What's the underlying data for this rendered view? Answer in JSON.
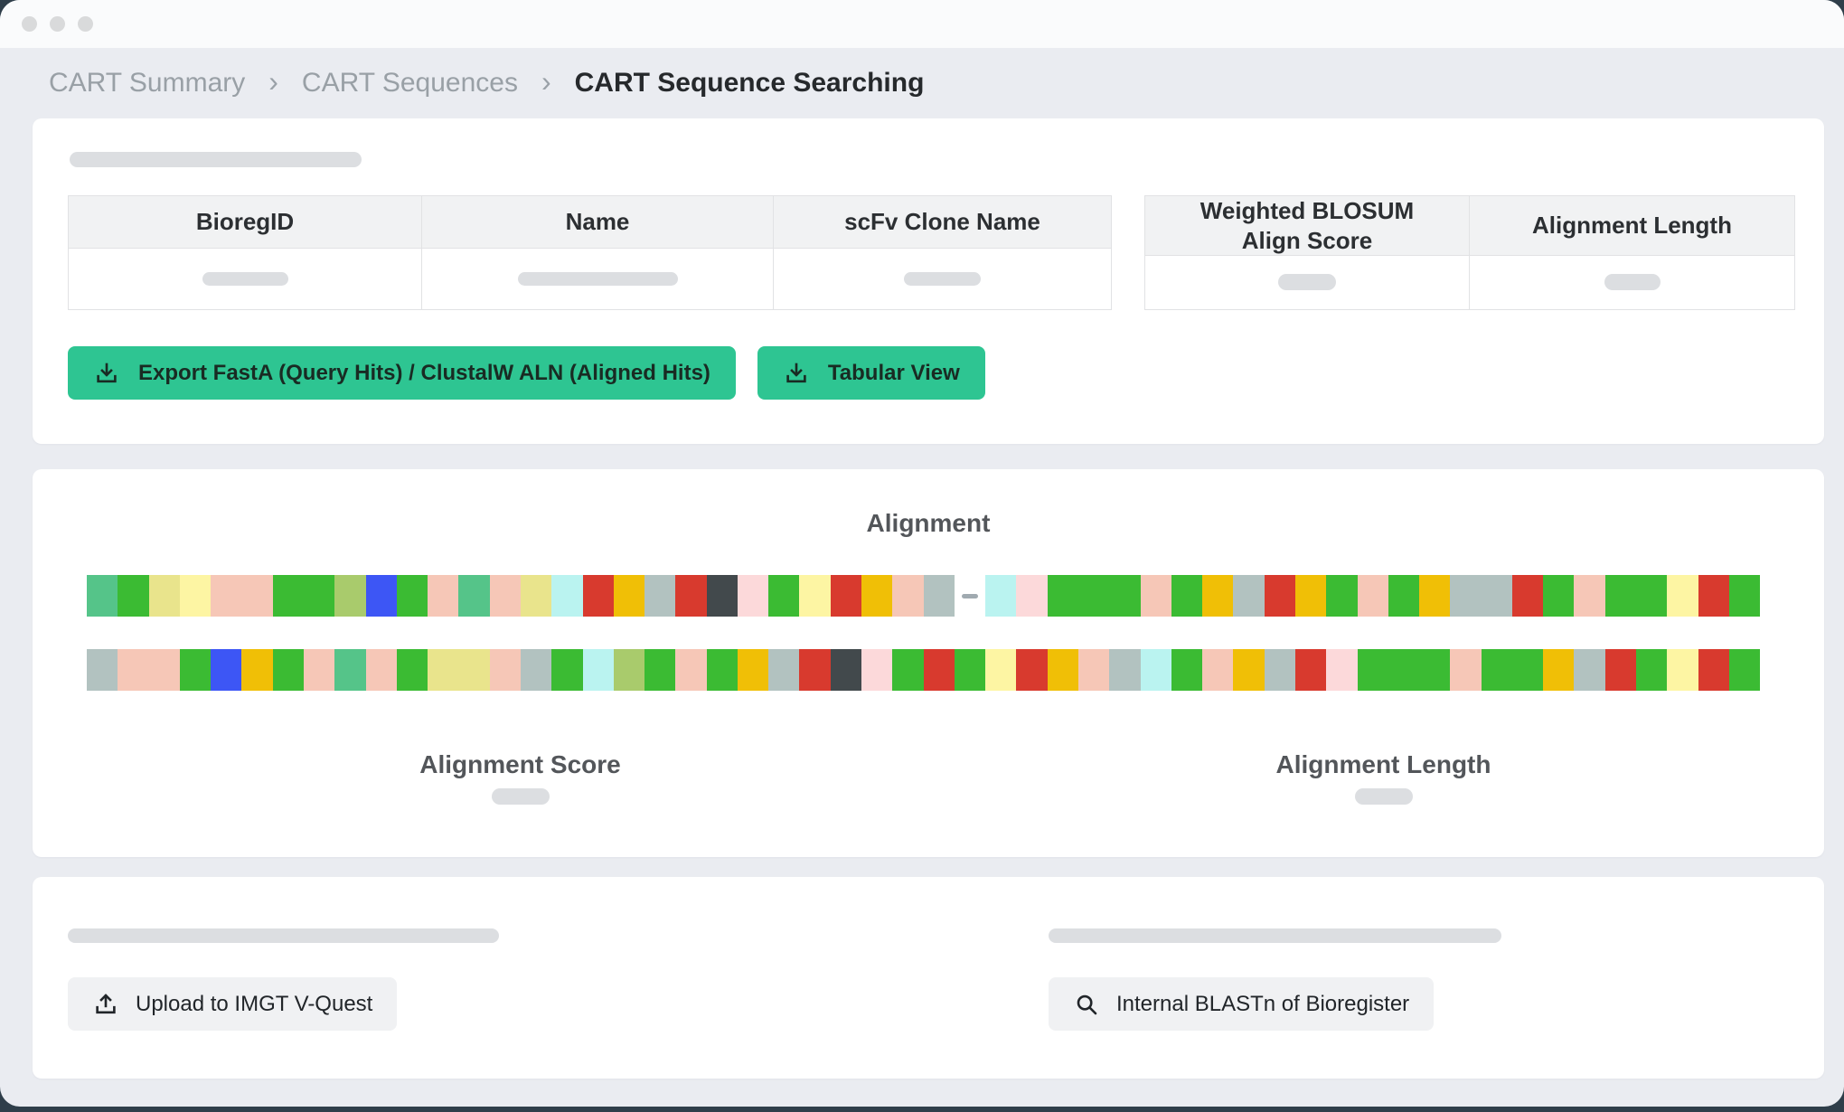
{
  "window": {
    "control_dots": 3
  },
  "breadcrumb": {
    "separator": "›",
    "items": [
      {
        "label": "CART Summary"
      },
      {
        "label": "CART Sequences"
      },
      {
        "label": "CART Sequence Searching"
      }
    ]
  },
  "results": {
    "left_table": {
      "columns": [
        "BioregID",
        "Name",
        "scFv Clone Name"
      ]
    },
    "right_table": {
      "columns": [
        "Weighted BLOSUM\nAlign Score",
        "Alignment Length"
      ]
    },
    "export_button": "Export FastA (Query Hits) / ClustalW ALN (Aligned Hits)",
    "tabular_button": "Tabular View"
  },
  "alignment": {
    "title": "Alignment",
    "score_label": "Alignment Score",
    "length_label": "Alignment Length",
    "gap_symbol": "–",
    "colors": {
      "g": "#3bbb33",
      "mg": "#55c489",
      "k": "#e9e48c",
      "py": "#fdf5a3",
      "s": "#f6c7b7",
      "o": "#a9cb6c",
      "b": "#3d56f5",
      "c": "#baf3f0",
      "r": "#d83a2e",
      "au": "#f0bf06",
      "gy": "#b2c2c0",
      "ch": "#42494c",
      "pp": "#fcd9da"
    },
    "query_track": [
      {
        "c": "mg",
        "w": 1
      },
      {
        "c": "g",
        "w": 1
      },
      {
        "c": "k",
        "w": 1
      },
      {
        "c": "py",
        "w": 1
      },
      {
        "c": "s",
        "w": 2
      },
      {
        "c": "g",
        "w": 2
      },
      {
        "c": "o",
        "w": 1
      },
      {
        "c": "b",
        "w": 1
      },
      {
        "c": "g",
        "w": 1
      },
      {
        "c": "s",
        "w": 1
      },
      {
        "c": "mg",
        "w": 1
      },
      {
        "c": "s",
        "w": 1
      },
      {
        "c": "k",
        "w": 1
      },
      {
        "c": "c",
        "w": 1
      },
      {
        "c": "r",
        "w": 1
      },
      {
        "c": "au",
        "w": 1
      },
      {
        "c": "gy",
        "w": 1
      },
      {
        "c": "r",
        "w": 1
      },
      {
        "c": "ch",
        "w": 1
      },
      {
        "c": "pp",
        "w": 1
      },
      {
        "c": "g",
        "w": 1
      },
      {
        "c": "py",
        "w": 1
      },
      {
        "c": "r",
        "w": 1
      },
      {
        "c": "au",
        "w": 1
      },
      {
        "c": "s",
        "w": 1
      },
      {
        "c": "gy",
        "w": 1
      },
      {
        "gap": true,
        "w": 1
      },
      {
        "c": "c",
        "w": 1
      },
      {
        "c": "pp",
        "w": 1
      },
      {
        "c": "g",
        "w": 3
      },
      {
        "c": "s",
        "w": 1
      },
      {
        "c": "g",
        "w": 1
      },
      {
        "c": "au",
        "w": 1
      },
      {
        "c": "gy",
        "w": 1
      },
      {
        "c": "r",
        "w": 1
      },
      {
        "c": "au",
        "w": 1
      },
      {
        "c": "g",
        "w": 1
      },
      {
        "c": "s",
        "w": 1
      },
      {
        "c": "g",
        "w": 1
      },
      {
        "c": "au",
        "w": 1
      },
      {
        "c": "gy",
        "w": 2
      },
      {
        "c": "r",
        "w": 1
      },
      {
        "c": "g",
        "w": 1
      },
      {
        "c": "s",
        "w": 1
      },
      {
        "c": "g",
        "w": 2
      },
      {
        "c": "py",
        "w": 1
      },
      {
        "c": "r",
        "w": 1
      },
      {
        "c": "g",
        "w": 1
      }
    ],
    "subject_track": [
      {
        "c": "gy",
        "w": 1
      },
      {
        "c": "s",
        "w": 2
      },
      {
        "c": "g",
        "w": 1
      },
      {
        "c": "b",
        "w": 1
      },
      {
        "c": "au",
        "w": 1
      },
      {
        "c": "g",
        "w": 1
      },
      {
        "c": "s",
        "w": 1
      },
      {
        "c": "mg",
        "w": 1
      },
      {
        "c": "s",
        "w": 1
      },
      {
        "c": "g",
        "w": 1
      },
      {
        "c": "k",
        "w": 2
      },
      {
        "c": "s",
        "w": 1
      },
      {
        "c": "gy",
        "w": 1
      },
      {
        "c": "g",
        "w": 1
      },
      {
        "c": "c",
        "w": 1
      },
      {
        "c": "o",
        "w": 1
      },
      {
        "c": "g",
        "w": 1
      },
      {
        "c": "s",
        "w": 1
      },
      {
        "c": "g",
        "w": 1
      },
      {
        "c": "au",
        "w": 1
      },
      {
        "c": "gy",
        "w": 1
      },
      {
        "c": "r",
        "w": 1
      },
      {
        "c": "ch",
        "w": 1
      },
      {
        "c": "pp",
        "w": 1
      },
      {
        "c": "g",
        "w": 1
      },
      {
        "c": "r",
        "w": 1
      },
      {
        "c": "g",
        "w": 1
      },
      {
        "c": "py",
        "w": 1
      },
      {
        "c": "r",
        "w": 1
      },
      {
        "c": "au",
        "w": 1
      },
      {
        "c": "s",
        "w": 1
      },
      {
        "c": "gy",
        "w": 1
      },
      {
        "c": "c",
        "w": 1
      },
      {
        "c": "g",
        "w": 1
      },
      {
        "c": "s",
        "w": 1
      },
      {
        "c": "au",
        "w": 1
      },
      {
        "c": "gy",
        "w": 1
      },
      {
        "c": "r",
        "w": 1
      },
      {
        "c": "pp",
        "w": 1
      },
      {
        "c": "g",
        "w": 3
      },
      {
        "c": "s",
        "w": 1
      },
      {
        "c": "g",
        "w": 2
      },
      {
        "c": "au",
        "w": 1
      },
      {
        "c": "gy",
        "w": 1
      },
      {
        "c": "r",
        "w": 1
      },
      {
        "c": "g",
        "w": 1
      },
      {
        "c": "py",
        "w": 1
      },
      {
        "c": "r",
        "w": 1
      },
      {
        "c": "g",
        "w": 1
      }
    ]
  },
  "footer": {
    "upload_button": "Upload to IMGT V-Quest",
    "blast_button": "Internal BLASTn of Bioregister"
  },
  "theme": {
    "accent_green": "#2ec592",
    "page_bg": "#eaecf1",
    "frame_bg": "#2f3e4a",
    "titlebar_bg": "#fafbfc",
    "skeleton": "#dcdee1"
  }
}
